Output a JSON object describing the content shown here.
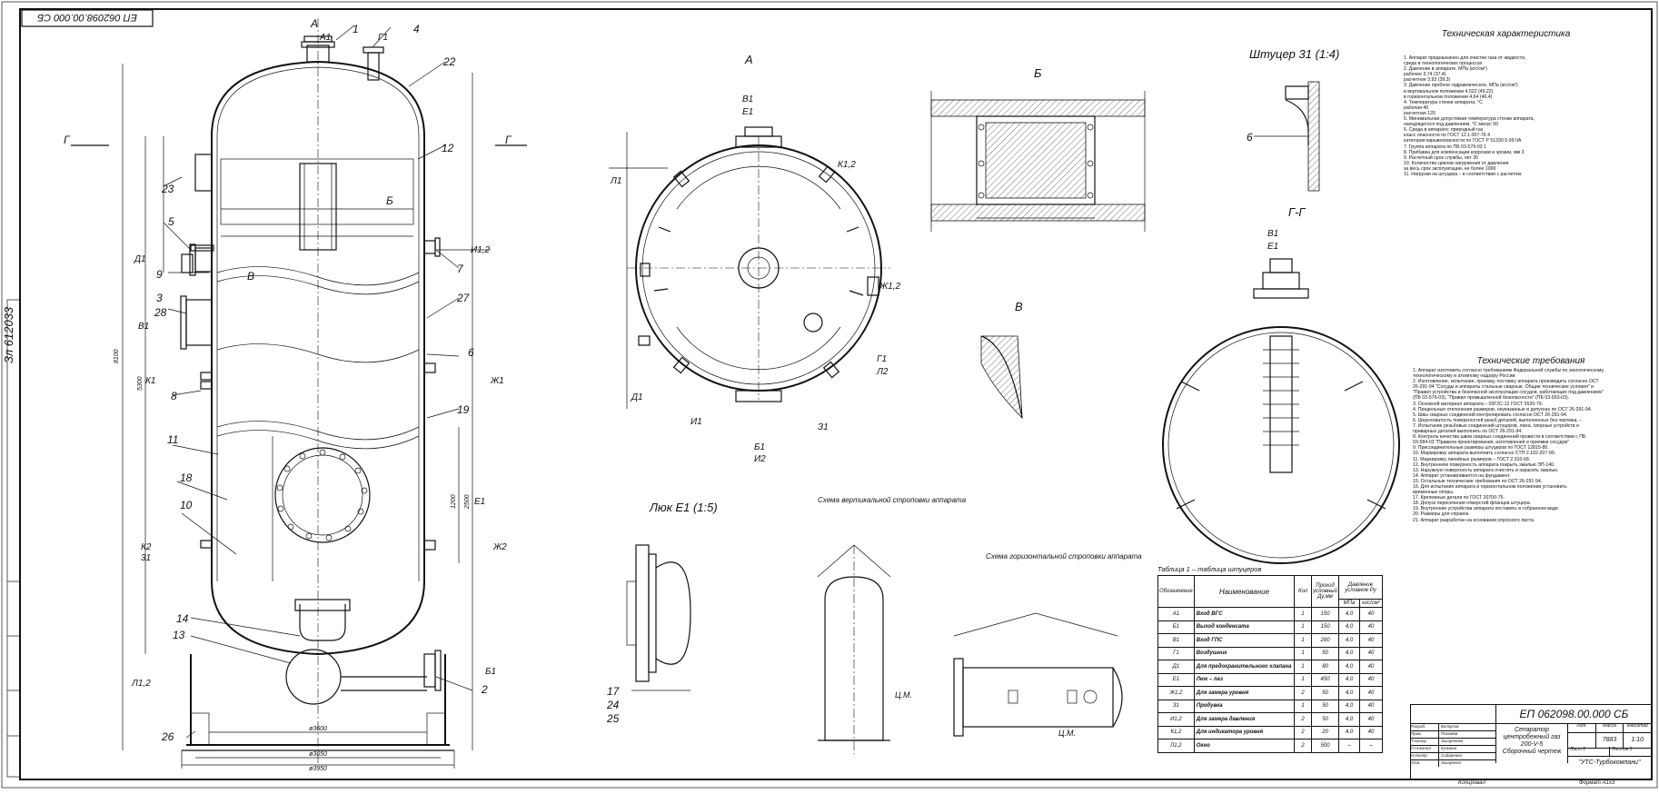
{
  "stamp_top_left": "ЕП 062098.00.000 СБ",
  "side_stamp": "Зл 612033",
  "view_titles": {
    "view_a": "А",
    "view_b": "Б",
    "view_v": "В",
    "fitting": "Штуцер 31 (1:4)",
    "section_g": "Г-Г",
    "hatch": "Люк Е1 (1:5)",
    "vertical_sling": "Схема вертикальной строповки аппарата",
    "horizontal_sling": "Схема горизонтальной строповки аппарата",
    "cm_label": "Ц.М."
  },
  "tech_characteristics": {
    "title": "Техническая характеристика",
    "lines": [
      "1. Аппарат предназначен для очистки газа от жидкости,",
      "среда в технологических процессах",
      "2. Давление в аппарате, МПа (кгс/см²)",
      "рабочее                                  3,74 (37,4)",
      "расчетное                               3,93 (39,3)",
      "3. Давление пробное гидравлическое, МПа (кгс/см²)",
      "в вертикальном положении         4,522 (45,22)",
      "в горизонтальном положении       4,64 (46,4)",
      "4. Температура стенки аппарата, °С",
      "рабочая                                    40",
      "расчетная                                  120",
      "5. Минимальная допустимая температура стенки аппарата,",
      "находящегося под давлением, °С               минус 50",
      "6. Среда в аппарате: природный газ",
      "класс опасности по ГОСТ 12.1.007-76                    4",
      "категория взрывоопасности по ГОСТ Р 51330.5-99     IIA",
      "7. Группа аппарата по ПБ 03-576-03                       1",
      "8. Прибавка для компенсации коррозии и эрозии, мм        3",
      "9. Расчетный срок службы, лет                                30",
      "10. Количество циклов нагружения от давления",
      "за весь срок эксплуатации, не более                1000",
      "11. Нагрузки на штуцера – в соответствии с расчетом."
    ]
  },
  "tech_requirements": {
    "title": "Технические требования",
    "lines": [
      "1. Аппарат изготовить согласно требованиям Федеральной службы по экологическому,",
      "технологическому и атомному надзору России.",
      "2. Изготовление, испытание, приемку, поставку аппарата производить согласно ОСТ",
      "26-291-94 \"Сосуды и аппараты стальные сварные. Общие технические условия\" и",
      "\"Правил устройства и безопасной эксплуатации сосудов, работающих под давлением\"",
      "(ПБ 03-576-03), \"Правил промышленной безопасности\" (ПБ 03-593-03).",
      "3. Основной материал аппарата – 09Г2С-12 ГОСТ 5520-79.",
      "4. Предельные отклонения размеров, неуказанные в допусках по ОСТ 26-291-94.",
      "5. Швы сварных соединений контролировать согласно ОСТ 26-291-94.",
      "6. Шероховатость поверхностей резьб деталей, выполненных без чертежа, –",
      "7. Испытание резьбовых соединений штуцеров, люка, опорных устройств и",
      "приварных деталей выполнить по ОСТ 26-291-94.",
      "8. Контроль качества швов сварных соединений провести в соответствии с ПБ",
      "03-584-03 \"Правила проектирования, изготовления и приемки сосудов\"",
      "9. Присоединительные размеры штуцеров по ГОСТ 12815-80.",
      "10. Маркировку аппарата выполнить согласно СТП 2.102-207-99.",
      "11. Маркировку линейных размеров – ГОСТ 2.316-68.",
      "12. Внутреннюю поверхность аппарата покрыть эмалью ЭП-140.",
      "13. Наружную поверхность аппарата очистить и окрасить эмалью.",
      "14. Аппарат устанавливается на фундамент.",
      "15. Остальные технические требования по ОСТ 26-291-94.",
      "16. Для испытания аппарата в горизонтальном положении установить",
      "временные опоры.",
      "17. Крепежные детали по ГОСТ 20700-75.",
      "18. Допуск пересечения отверстий фланцев штуцера.",
      "19. Внутренние устройства аппарата поставить в собранном виде.",
      "20. Размеры для справок.",
      "21. Аппарат разработан на основании опросного листа."
    ]
  },
  "nozzle_table": {
    "title": "Таблица 1 – таблица штуцеров",
    "headers": [
      "Обозначение",
      "Наименование",
      "Кол",
      "Проход условный Ду,мм",
      "МПа",
      "кгс/см²"
    ],
    "pressure_header": "Давление условное Ру",
    "rows": [
      [
        "А1",
        "Вход ВГС",
        "1",
        "150",
        "4,0",
        "40"
      ],
      [
        "Б1",
        "Выход конденсата",
        "1",
        "150",
        "4,0",
        "40"
      ],
      [
        "В1",
        "Вход ГПС",
        "1",
        "200",
        "4,0",
        "40"
      ],
      [
        "Г1",
        "Воздушник",
        "1",
        "50",
        "4,0",
        "40"
      ],
      [
        "Д1",
        "Для предохранительного клапана",
        "1",
        "80",
        "4,0",
        "40"
      ],
      [
        "Е1",
        "Люк – лаз",
        "1",
        "450",
        "4,0",
        "40"
      ],
      [
        "Ж1,2",
        "Для замера уровня",
        "2",
        "50",
        "4,0",
        "40"
      ],
      [
        "З1",
        "Продувка",
        "1",
        "50",
        "4,0",
        "40"
      ],
      [
        "И1,2",
        "Для замера давления",
        "2",
        "50",
        "4,0",
        "40"
      ],
      [
        "К1,2",
        "Для индикатора уровня",
        "2",
        "20",
        "4,0",
        "40"
      ],
      [
        "Л1,2",
        "Окно",
        "2",
        "500",
        "–",
        "–"
      ]
    ]
  },
  "title_block": {
    "doc_number": "ЕП 062098.00.000 СБ",
    "name_line1": "Сепаратор",
    "name_line2": "центробежный газ",
    "name_line3": "200-V-5",
    "name_line4": "Сборочный чертеж",
    "mass": "7883",
    "scale": "1:10",
    "company": "\"УТС-Турбокомпани\"",
    "sheet": "Лист 1",
    "sheets": "Листов 1",
    "col_lit": "Лит.",
    "col_mass": "Масса",
    "col_scale": "Масштаб",
    "format": "Формат А1х3",
    "copied": "Копировал",
    "roles": [
      "Разраб.",
      "Пров.",
      "Т.контр.",
      "Гл.технол.",
      "Н.контр.",
      "Утв."
    ],
    "people": [
      "Белоусов",
      "Пахомов",
      "Захарченко",
      "Кузьмин",
      "Сидоренко",
      "Захаренко"
    ]
  },
  "callouts": {
    "nozzles_left": [
      "Д1",
      "В1",
      "К1",
      "К2",
      "Л1,2"
    ],
    "nozzles_right": [
      "И1,2",
      "Ж1",
      "Е1",
      "Ж2",
      "Б1"
    ],
    "top": [
      "А",
      "А1",
      "Г1"
    ],
    "positions": [
      "1",
      "4",
      "22",
      "12",
      "7",
      "27",
      "6",
      "19",
      "23",
      "5",
      "9",
      "3",
      "28",
      "8",
      "11",
      "18",
      "10",
      "31",
      "14",
      "13",
      "26",
      "2",
      "17",
      "24",
      "25"
    ],
    "section_mark": "Г",
    "view_b_mark": "Б",
    "view_v_mark": "В"
  },
  "dims": {
    "d1": "ø3600",
    "d2": "ø3650",
    "d3": "ø3950",
    "h1": "5300",
    "h2": "8100",
    "h3": "2500",
    "h4": "1200"
  }
}
